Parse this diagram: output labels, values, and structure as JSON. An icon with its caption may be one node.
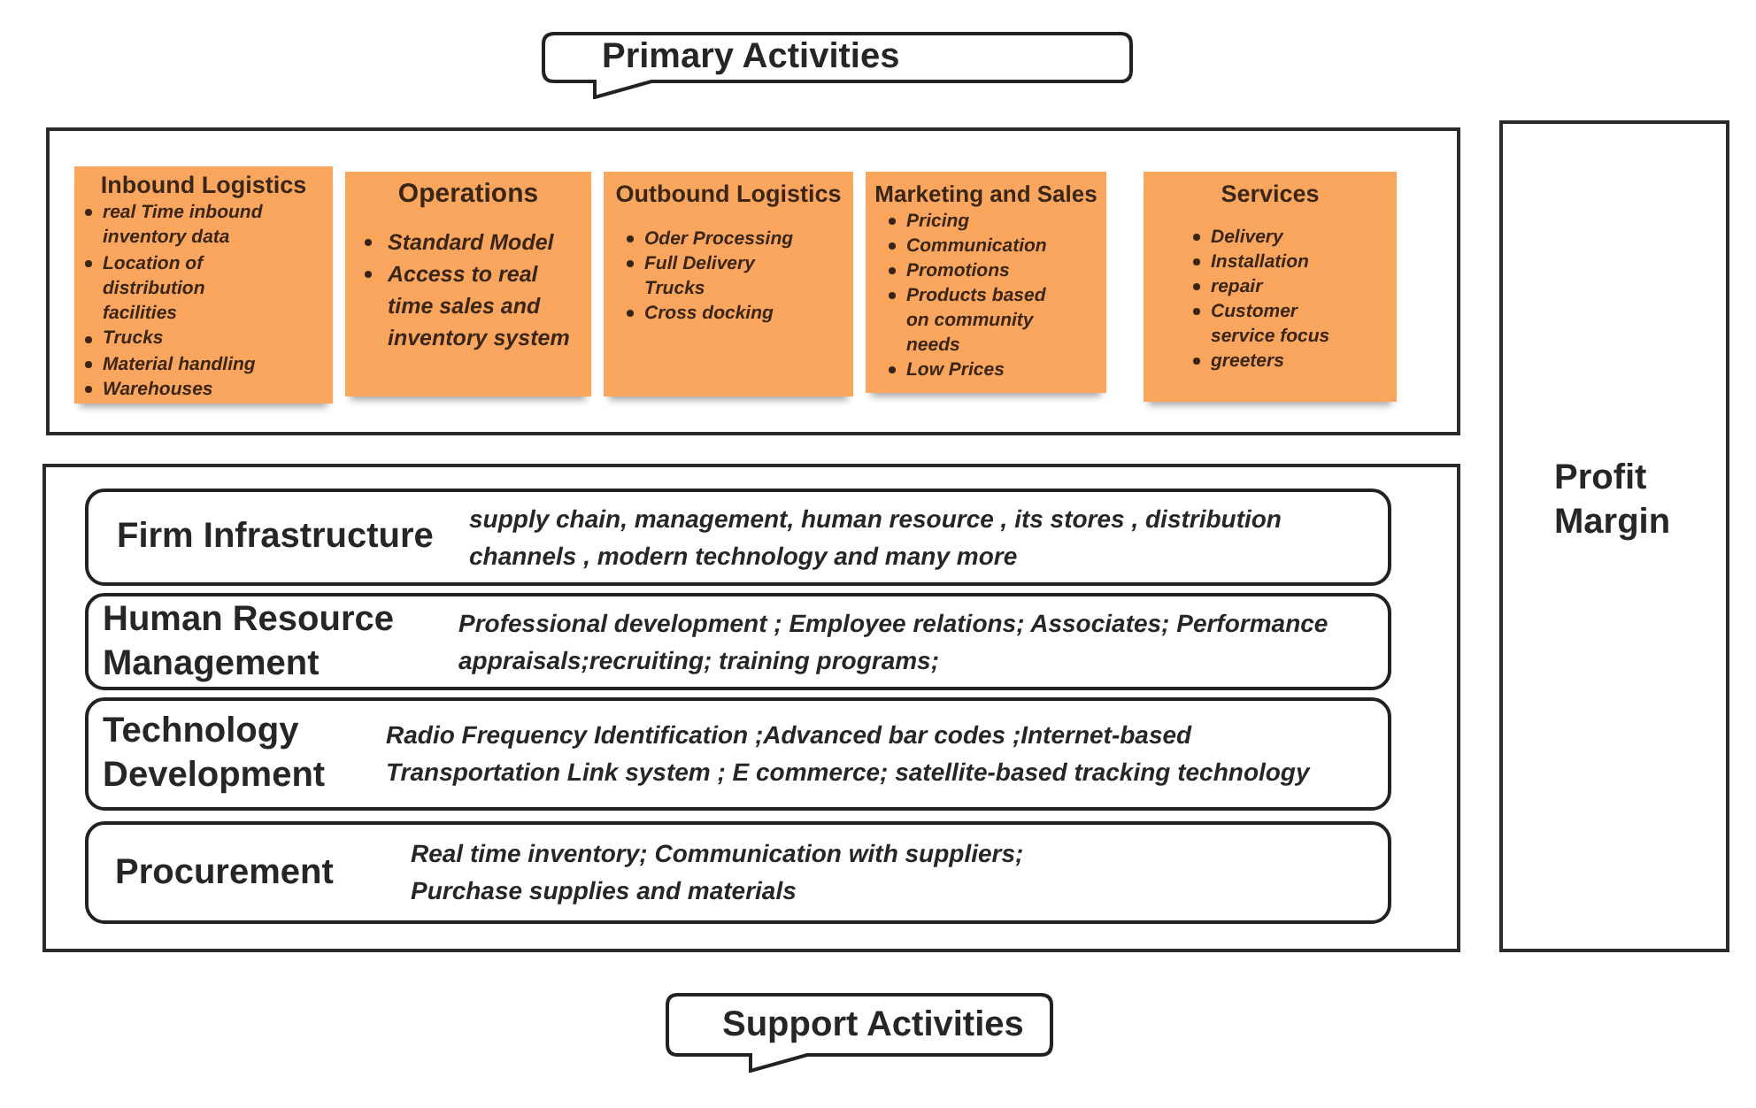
{
  "diagram": {
    "nodes": [
      {
        "text": [
          "Primary Activities"
        ]
      },
      {
        "text": [],
        "shape": "box"
      },
      {
        "text": [
          "Inbound Logistics",
          "real Time inbound inventory data",
          "Location of distribution facilities",
          "Trucks",
          "Material handling",
          "Warehouses"
        ],
        "in": 1
      },
      {
        "text": [
          "Operations",
          "Standard Model",
          "Access to real time sales and inventory system"
        ],
        "in": 1
      },
      {
        "text": [
          "Outbound Logistics",
          "Oder Processing",
          "Full Delivery Trucks",
          "Cross docking"
        ],
        "in": 1
      },
      {
        "text": [
          "Marketing and Sales",
          "Pricing",
          "Communication",
          "Promotions",
          "Products based on community needs",
          "Low Prices"
        ],
        "in": 1
      },
      {
        "text": [
          "Services",
          "Delivery",
          "Installation",
          "repair",
          "Customer service focus",
          "greeters"
        ],
        "in": 1
      },
      {
        "text": [],
        "shape": "box"
      },
      {
        "text": [
          "Firm Infrastructure",
          "supply chain, management, human resource , its stores , distribution channels , modern technology and many more"
        ],
        "in": 7
      },
      {
        "text": [
          "Human Resource Management",
          "Professional development ; Employee relations; Associates; Performance appraisals;recruiting; training programs;"
        ],
        "in": 7
      },
      {
        "text": [
          "Technology Development",
          "Radio Frequency Identification ;Advanced bar codes ;Internet-based Transportation Link system ; E commerce; satellite-based tracking technology"
        ],
        "in": 7
      },
      {
        "text": [
          "Procurement",
          "Real time inventory; Communication with suppliers; Purchase supplies and materials"
        ],
        "in": 7
      },
      {
        "text": [
          "Profit Margin"
        ]
      },
      {
        "text": [
          "Support Activities"
        ]
      }
    ]
  }
}
